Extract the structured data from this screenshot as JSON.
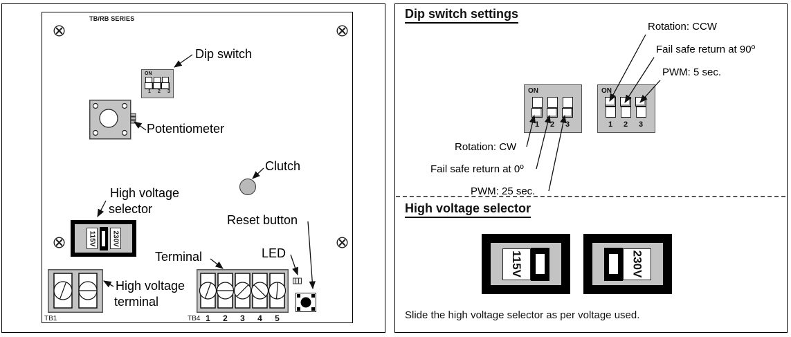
{
  "board": {
    "title": "TB/RB SERIES",
    "labels": {
      "dip_switch": "Dip switch",
      "potentiometer": "Potentiometer",
      "clutch": "Clutch",
      "hv_selector_1": "High voltage",
      "hv_selector_2": "selector",
      "reset_button": "Reset button",
      "terminal": "Terminal",
      "led": "LED",
      "hv_terminal_1": "High voltage",
      "hv_terminal_2": "terminal"
    },
    "dip": {
      "on": "ON",
      "numbers": [
        "1",
        "2",
        "3"
      ]
    },
    "hv": {
      "v115": "115V",
      "v230": "230V"
    },
    "tb1": "TB1",
    "tb4": "TB4",
    "tb4_numbers": [
      "1",
      "2",
      "3",
      "4",
      "5"
    ]
  },
  "panel": {
    "dip_heading": "Dip switch settings",
    "on_labels": [
      "Rotation: CCW",
      "Fail safe return at 90º",
      "PWM: 5 sec."
    ],
    "off_labels": [
      "Rotation: CW",
      "Fail safe return at 0º",
      "PWM: 25 sec."
    ],
    "sw_on": "ON",
    "sw_numbers": [
      "1",
      "2",
      "3"
    ],
    "hv_heading": "High voltage selector",
    "v115": "115V",
    "v230": "230V",
    "note": "Slide the high voltage selector as per voltage used."
  },
  "colors": {
    "component_gray": "#c3c3c3",
    "line_black": "#111111"
  }
}
